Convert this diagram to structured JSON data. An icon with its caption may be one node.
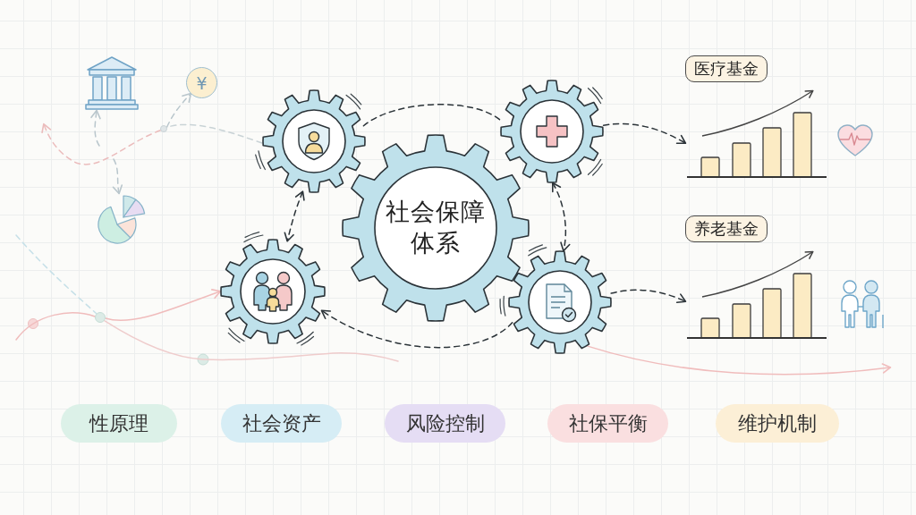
{
  "diagram": {
    "nodes": [
      {
        "text": [],
        "shape": "picture"
      },
      {
        "text": [
          "¥"
        ]
      },
      {
        "text": [],
        "shape": "gear"
      },
      {
        "text": [
          "社会保障体系"
        ]
      },
      {
        "text": [],
        "shape": "gear"
      },
      {
        "text": [
          "医疗基金"
        ]
      },
      {
        "text": [],
        "shape": "picture"
      },
      {
        "text": [],
        "shape": "picture"
      },
      {
        "text": [],
        "shape": "gear"
      },
      {
        "text": [],
        "shape": "gear"
      },
      {
        "text": [
          "养老基金"
        ]
      },
      {
        "text": [],
        "shape": "picture"
      },
      {
        "text": [
          "性原理"
        ]
      },
      {
        "text": [
          "社会资产"
        ]
      },
      {
        "text": [
          "风险控制"
        ]
      },
      {
        "text": [
          "社保平衡"
        ]
      },
      {
        "text": [
          "维护机制"
        ]
      },
      {
        "text": [],
        "shape": "circle"
      },
      {
        "text": [],
        "shape": "circle"
      }
    ],
    "edges": [
      {
        "from": 2,
        "to": 8,
        "arrow": "both",
        "style": "dashed"
      },
      {
        "from": 4,
        "to": 9,
        "arrow": "both",
        "style": "dashed"
      },
      {
        "from": 2,
        "to": 4,
        "arrow": "none",
        "style": "dashed"
      },
      {
        "from": 9,
        "to": 8,
        "arrow": "to",
        "style": "dashed"
      },
      {
        "from": 4,
        "to": 6,
        "arrow": "to",
        "style": "dashed"
      },
      {
        "from": 9,
        "to": 11,
        "arrow": "to",
        "style": "dashed"
      },
      {
        "from": 18,
        "to": 1,
        "arrow": "to",
        "style": "dashed",
        "color": "#b9c6cc"
      },
      {
        "from": null,
        "to": 0,
        "arrow": "to",
        "style": "dashed",
        "color": "#b9c6cc"
      },
      {
        "from": null,
        "to": 7,
        "arrow": "to",
        "style": "dashed",
        "color": "#b9c6cc"
      },
      {
        "from": 2,
        "to": 18,
        "arrow": "none",
        "style": "dashed",
        "color": "#c9d3d6"
      },
      {
        "from": 18,
        "to": null,
        "arrow": "to",
        "style": "dashed",
        "color": "#ebbcbc"
      },
      {
        "from": 17,
        "to": 8,
        "arrow": "to",
        "color": "#f0bcbc"
      },
      {
        "from": null,
        "to": 17,
        "arrow": "none",
        "color": "#f0bcbc"
      },
      {
        "from": null,
        "to": 17,
        "arrow": "none",
        "style": "dashed",
        "color": "#c6e0e8"
      },
      {
        "from": 17,
        "to": null,
        "arrow": "none",
        "color": "#efcccc"
      },
      {
        "from": 9,
        "to": null,
        "arrow": "to",
        "color": "#f0bcbc"
      }
    ]
  }
}
